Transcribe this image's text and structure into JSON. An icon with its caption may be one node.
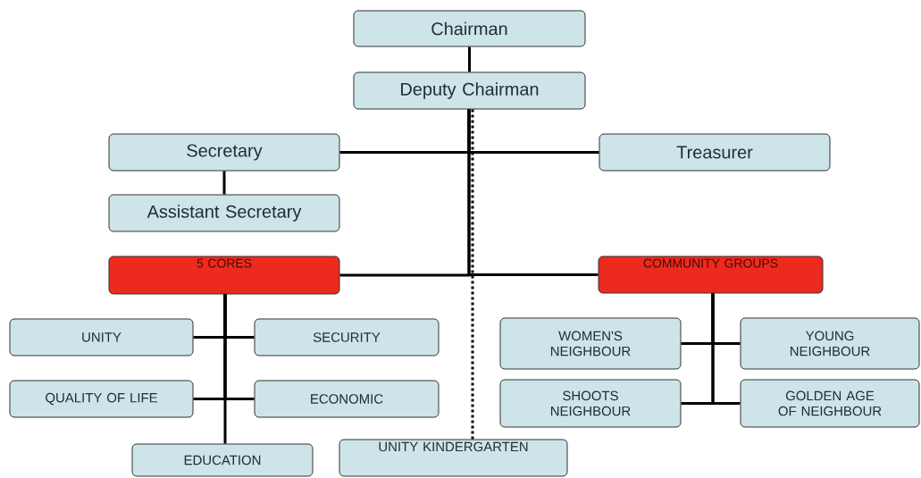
{
  "diagram": {
    "nodes": [
      {
        "text": [
          "Chairman"
        ]
      },
      {
        "text": [
          "Deputy Chairman"
        ]
      },
      {
        "text": [
          "Secretary"
        ]
      },
      {
        "text": [
          "Treasurer"
        ]
      },
      {
        "text": [
          "Assistant Secretary"
        ]
      },
      {
        "text": [
          "5 CORES"
        ]
      },
      {
        "text": [
          "COMMUNITY GROUPS"
        ]
      },
      {
        "text": [
          "UNITY"
        ]
      },
      {
        "text": [
          "SECURITY"
        ]
      },
      {
        "text": [
          "WOMEN'S NEIGHBOUR"
        ]
      },
      {
        "text": [
          "YOUNG NEIGHBOUR"
        ]
      },
      {
        "text": [
          "QUALITY OF LIFE"
        ]
      },
      {
        "text": [
          "ECONOMIC"
        ]
      },
      {
        "text": [
          "SHOOTS NEIGHBOUR"
        ]
      },
      {
        "text": [
          "GOLDEN AGE OF NEIGHBOUR"
        ]
      },
      {
        "text": [
          "EDUCATION"
        ]
      },
      {
        "text": [
          "UNITY KINDERGARTEN"
        ]
      }
    ],
    "edges": [
      {
        "from": 0,
        "to": 1,
        "arrow": "none"
      },
      {
        "from": 1,
        "to": 2,
        "arrow": "none"
      },
      {
        "from": 1,
        "to": 3,
        "arrow": "none"
      },
      {
        "from": 2,
        "to": 4,
        "arrow": "none"
      },
      {
        "from": 1,
        "to": 5,
        "arrow": "none"
      },
      {
        "from": 1,
        "to": 6,
        "arrow": "none"
      },
      {
        "from": 1,
        "to": 16,
        "arrow": "none",
        "style": "dashed"
      },
      {
        "from": 5,
        "to": 7,
        "arrow": "none"
      },
      {
        "from": 5,
        "to": 8,
        "arrow": "none"
      },
      {
        "from": 5,
        "to": 11,
        "arrow": "none"
      },
      {
        "from": 5,
        "to": 12,
        "arrow": "none"
      },
      {
        "from": 5,
        "to": 15,
        "arrow": "none"
      },
      {
        "from": 6,
        "to": 9,
        "arrow": "none"
      },
      {
        "from": 6,
        "to": 10,
        "arrow": "none"
      },
      {
        "from": 6,
        "to": 13,
        "arrow": "none"
      },
      {
        "from": 6,
        "to": 14,
        "arrow": "none"
      }
    ]
  }
}
